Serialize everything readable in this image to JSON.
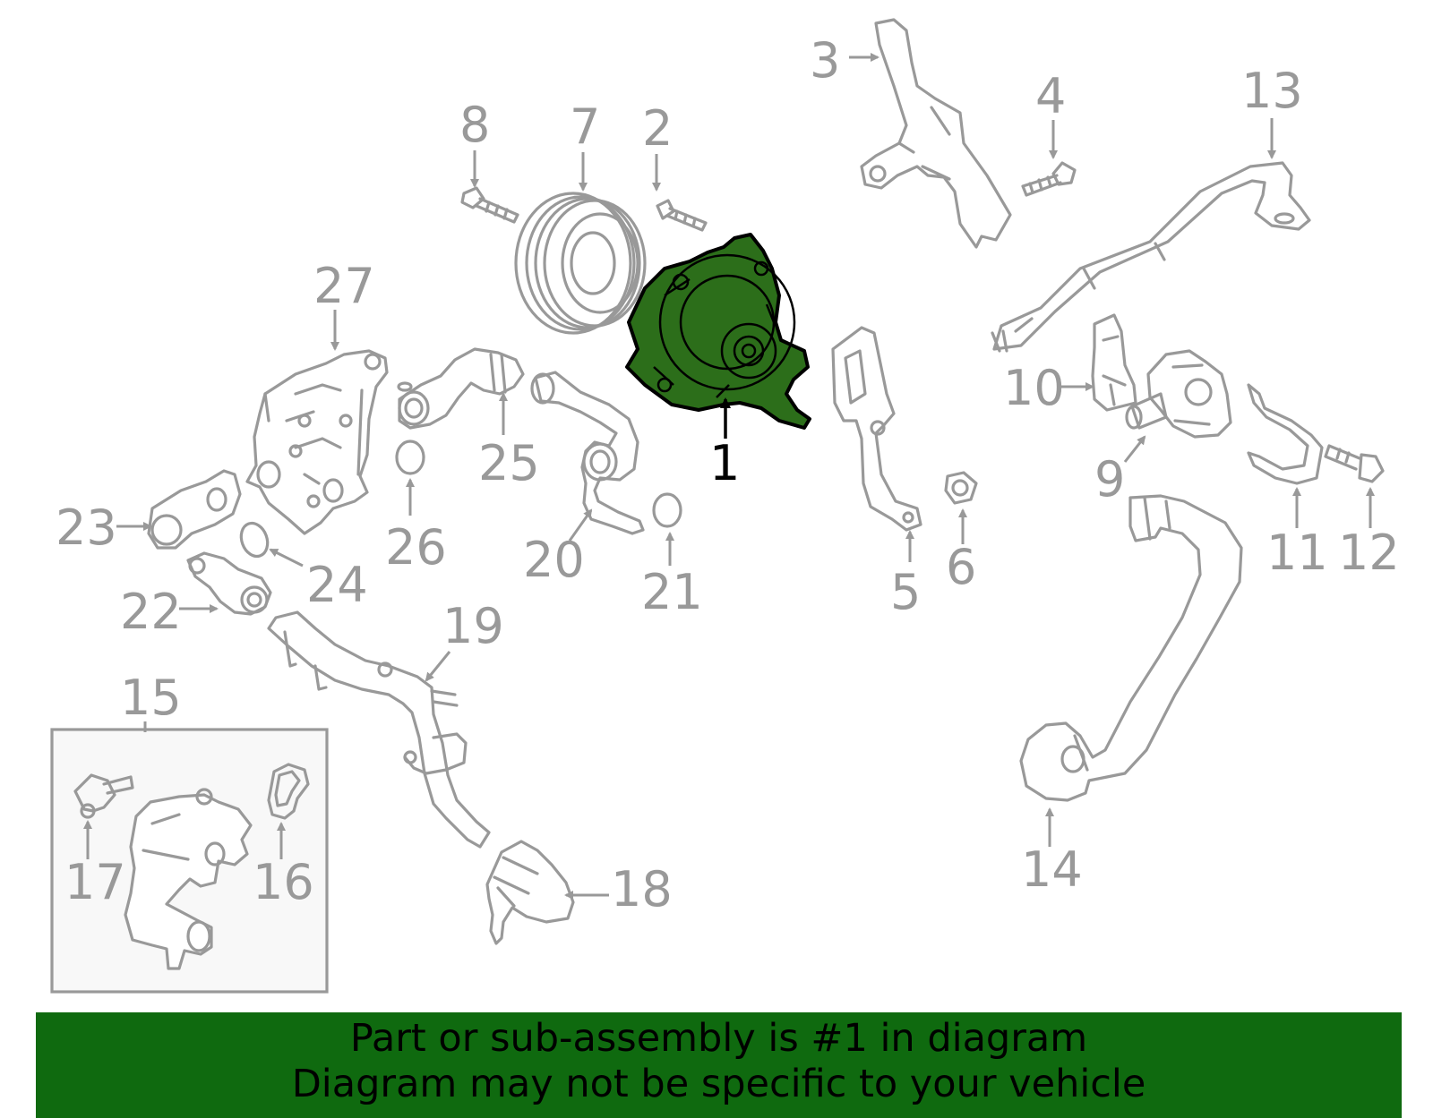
{
  "highlight": {
    "part_number": "1",
    "color": "#2c6e1a"
  },
  "labels": {
    "p1": "1",
    "p2": "2",
    "p3": "3",
    "p4": "4",
    "p5": "5",
    "p6": "6",
    "p7": "7",
    "p8": "8",
    "p9": "9",
    "p10": "10",
    "p11": "11",
    "p12": "12",
    "p13": "13",
    "p14": "14",
    "p15": "15",
    "p16": "16",
    "p17": "17",
    "p18": "18",
    "p19": "19",
    "p20": "20",
    "p21": "21",
    "p22": "22",
    "p23": "23",
    "p24": "24",
    "p25": "25",
    "p26": "26",
    "p27": "27"
  },
  "banner": {
    "line1": "Part or sub-assembly is #1 in diagram",
    "line2": "Diagram may not be specific to your vehicle",
    "background": "#0f6a0f"
  }
}
